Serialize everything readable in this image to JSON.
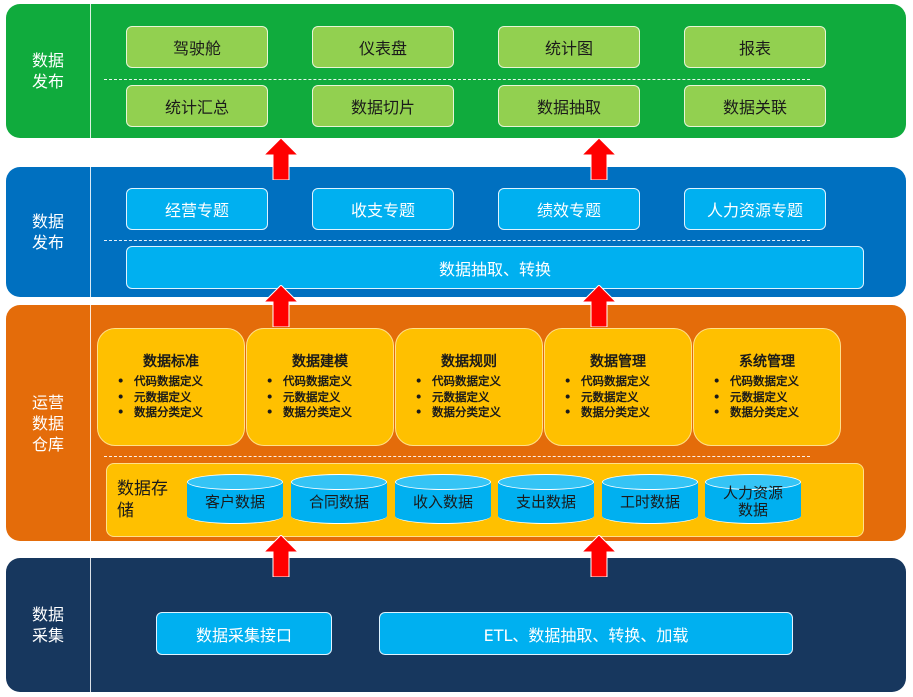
{
  "colors": {
    "green_layer": "#10ab3d",
    "blue_layer": "#0070c0",
    "orange_layer": "#e46c0a",
    "navy_layer": "#17375e",
    "green_button": "#92d050",
    "blue_button": "#00b0f0",
    "yellow_card": "#ffc000",
    "arrow_red": "#ff0000"
  },
  "layer1": {
    "label": "数据发布",
    "row1": [
      "驾驶舱",
      "仪表盘",
      "统计图",
      "报表"
    ],
    "row2": [
      "统计汇总",
      "数据切片",
      "数据抽取",
      "数据关联"
    ]
  },
  "layer2": {
    "label": "数据发布",
    "topics": [
      "经营专题",
      "收支专题",
      "绩效专题",
      "人力资源专题"
    ],
    "bar": "数据抽取、转换"
  },
  "layer3": {
    "label": "运营数据仓库",
    "cards": [
      {
        "title": "数据标准",
        "items": [
          "代码数据定义",
          "元数据定义",
          "数据分类定义"
        ]
      },
      {
        "title": "数据建模",
        "items": [
          "代码数据定义",
          "元数据定义",
          "数据分类定义"
        ]
      },
      {
        "title": "数据规则",
        "items": [
          "代码数据定义",
          "元数据定义",
          "数据分类定义"
        ]
      },
      {
        "title": "数据管理",
        "items": [
          "代码数据定义",
          "元数据定义",
          "数据分类定义"
        ]
      },
      {
        "title": "系统管理",
        "items": [
          "代码数据定义",
          "元数据定义",
          "数据分类定义"
        ]
      }
    ],
    "storage_label": "数据存储",
    "stores": [
      "客户数据",
      "合同数据",
      "收入数据",
      "支出数据",
      "工时数据",
      "人力资源数据"
    ]
  },
  "layer4": {
    "label": "数据采集",
    "interface": "数据采集接口",
    "etl": "ETL、数据抽取、转换、加载"
  }
}
